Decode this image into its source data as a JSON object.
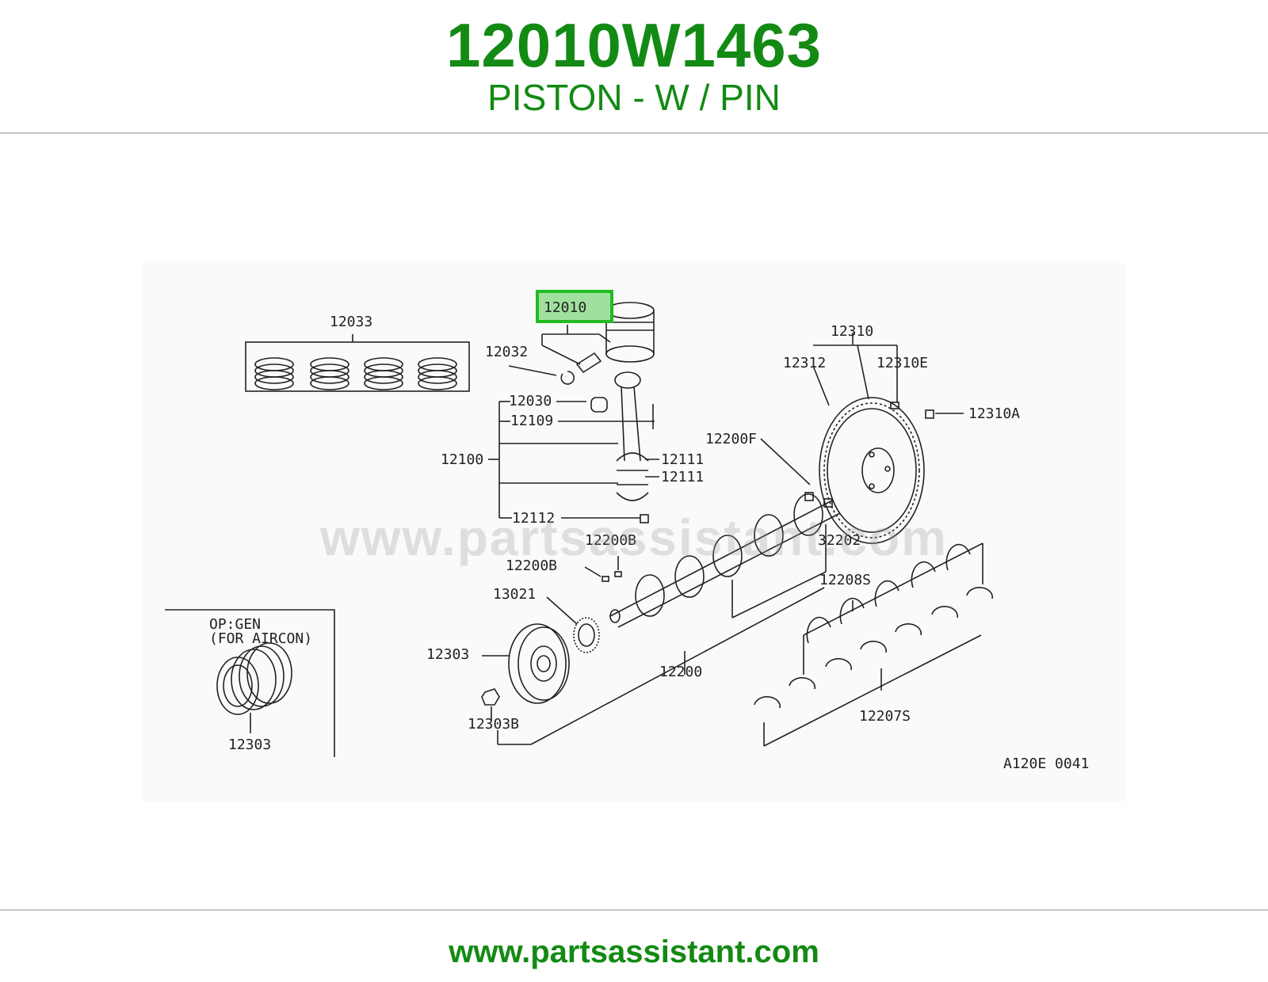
{
  "header": {
    "part_number": "12010W1463",
    "description": "PISTON - W / PIN"
  },
  "diagram": {
    "highlighted_label": "12010",
    "labels": {
      "l12033": "12033",
      "l12032": "12032",
      "l12030": "12030",
      "l12109": "12109",
      "l12100": "12100",
      "l12111a": "12111",
      "l12111b": "12111",
      "l12112": "12112",
      "l12310": "12310",
      "l12312": "12312",
      "l12310E": "12310E",
      "l12310A": "12310A",
      "l12200F": "12200F",
      "l32202": "32202",
      "l12200Ba": "12200B",
      "l12200Bb": "12200B",
      "l13021": "13021",
      "l12303a": "12303",
      "l12200": "12200",
      "l12208S": "12208S",
      "l12207S": "12207S",
      "l12303B": "12303B",
      "l12303b": "12303",
      "inset_title": "OP:GEN",
      "inset_subtitle": "(FOR AIRCON)",
      "code": "A120E 0041"
    },
    "highlight_color": "#22bb22"
  },
  "watermark": "www.partsassistant.com",
  "footer": {
    "url": "www.partsassistant.com"
  }
}
